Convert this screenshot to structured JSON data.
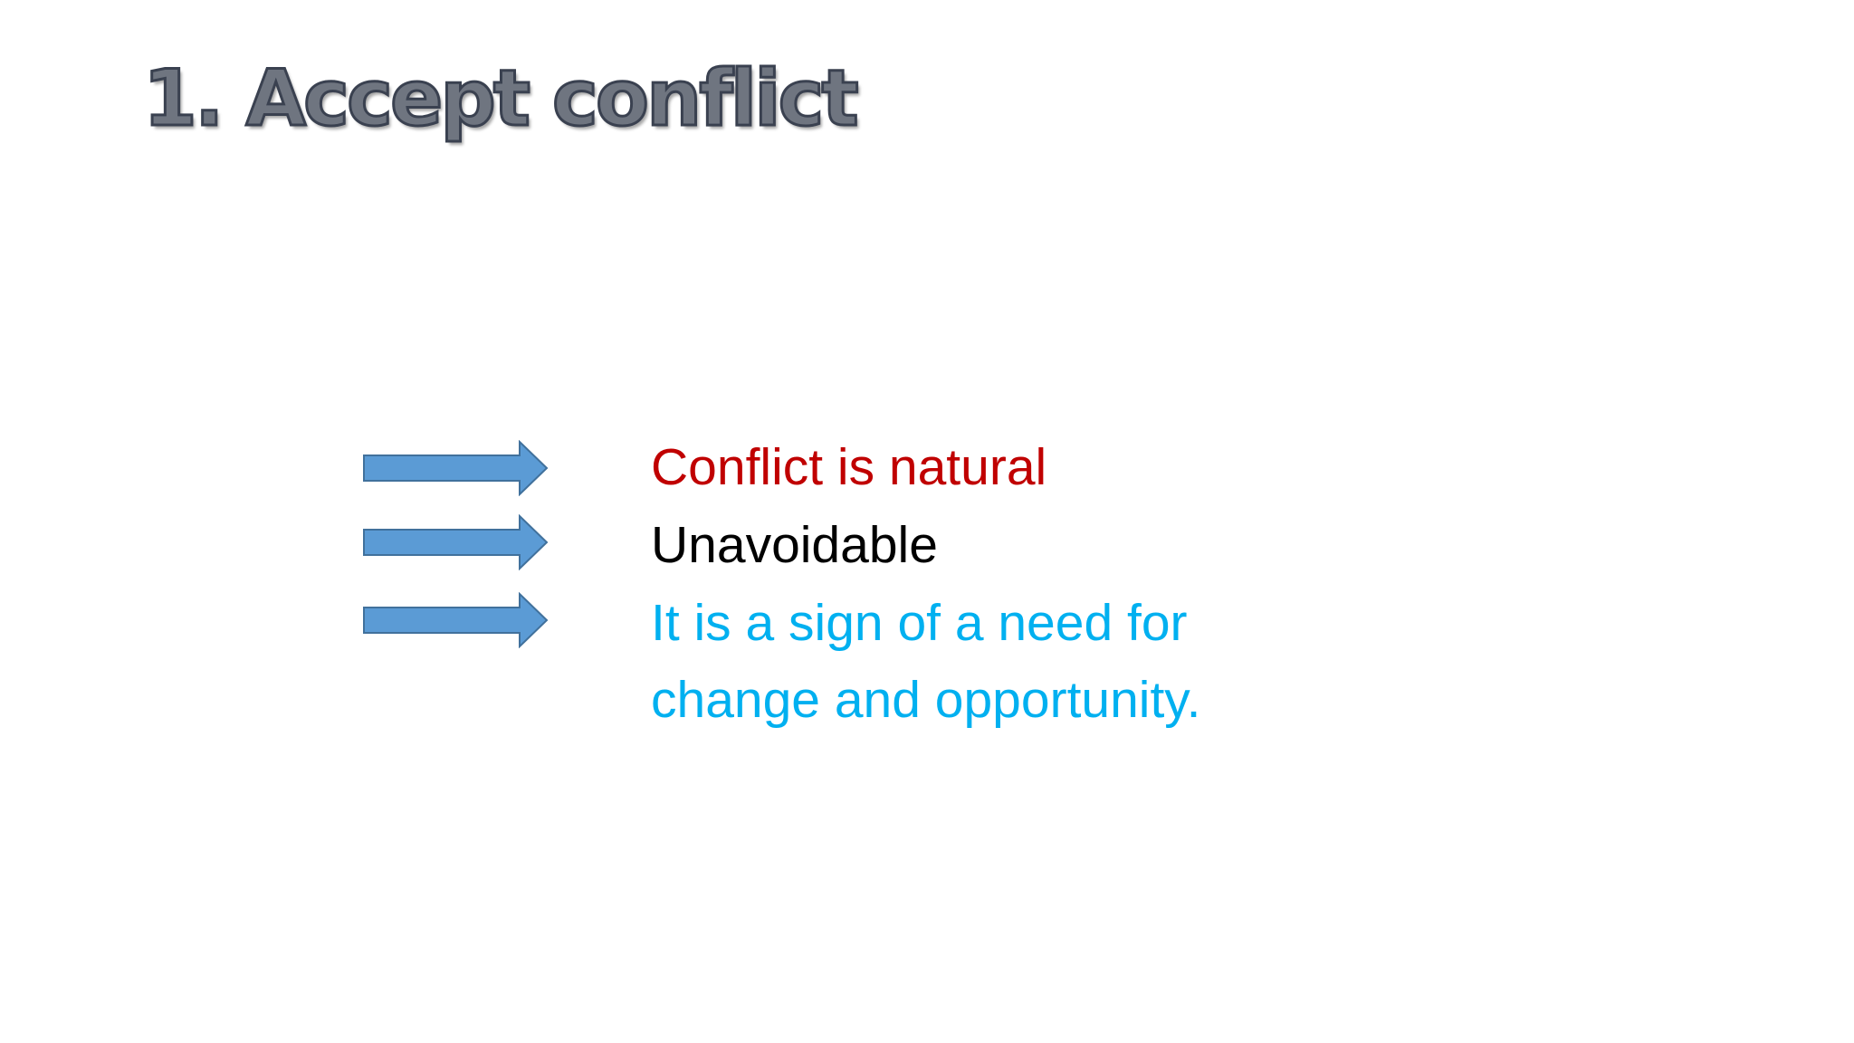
{
  "slide": {
    "title": "1. Accept conflict",
    "lines": [
      {
        "text": "Conflict is natural",
        "color": "#c00000"
      },
      {
        "text": "Unavoidable",
        "color": "#000000"
      },
      {
        "text": "It is a sign of a need for",
        "color": "#00b0f0"
      },
      {
        "text": "change and opportunity.",
        "color": "#00b0f0"
      }
    ],
    "arrow_icon": "right-arrow-icon",
    "arrow_fill": "#5b9bd5",
    "arrow_stroke": "#41719c"
  }
}
